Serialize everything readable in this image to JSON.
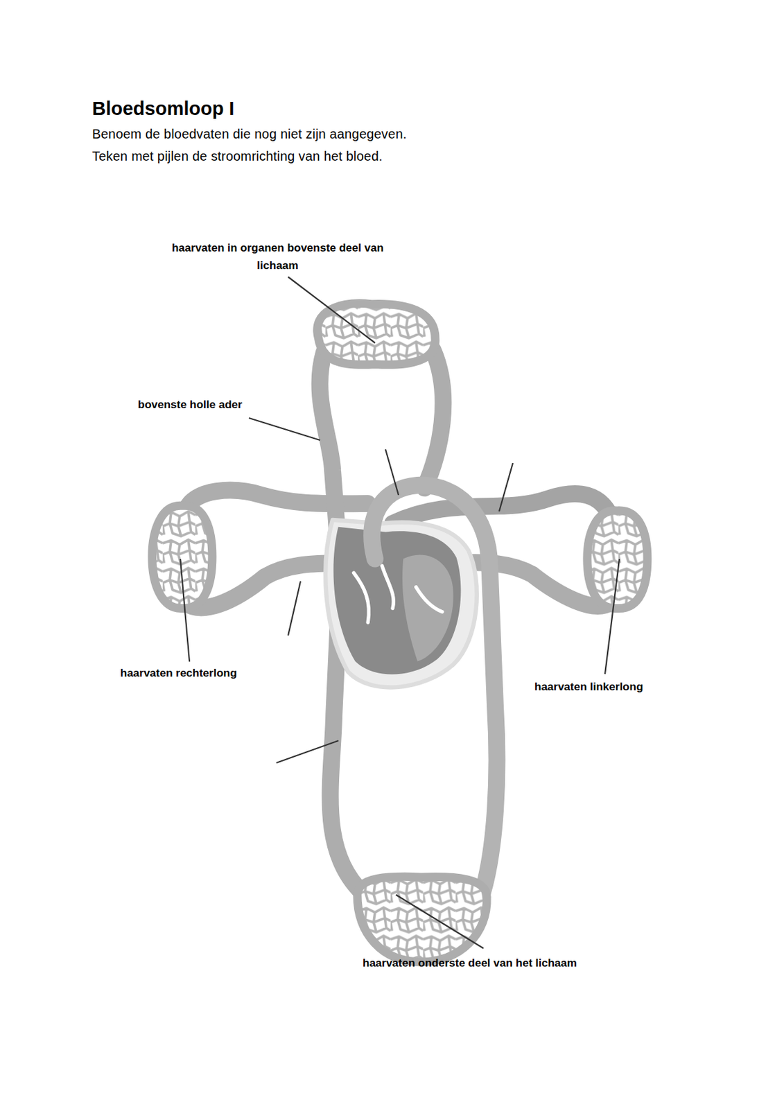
{
  "diagram": {
    "title": "Bloedsomloop I",
    "labels": [
      "Benoem de bloedvaten die nog niet zijn aangegeven.",
      "Teken met pijlen de stroomrichting van het bloed.",
      "haarvaten in organen bovenste deel van lichaam",
      "bovenste holle ader",
      "haarvaten rechterlong",
      "haarvaten linkerlong",
      "haarvaten onderste deel van het lichaam"
    ]
  }
}
